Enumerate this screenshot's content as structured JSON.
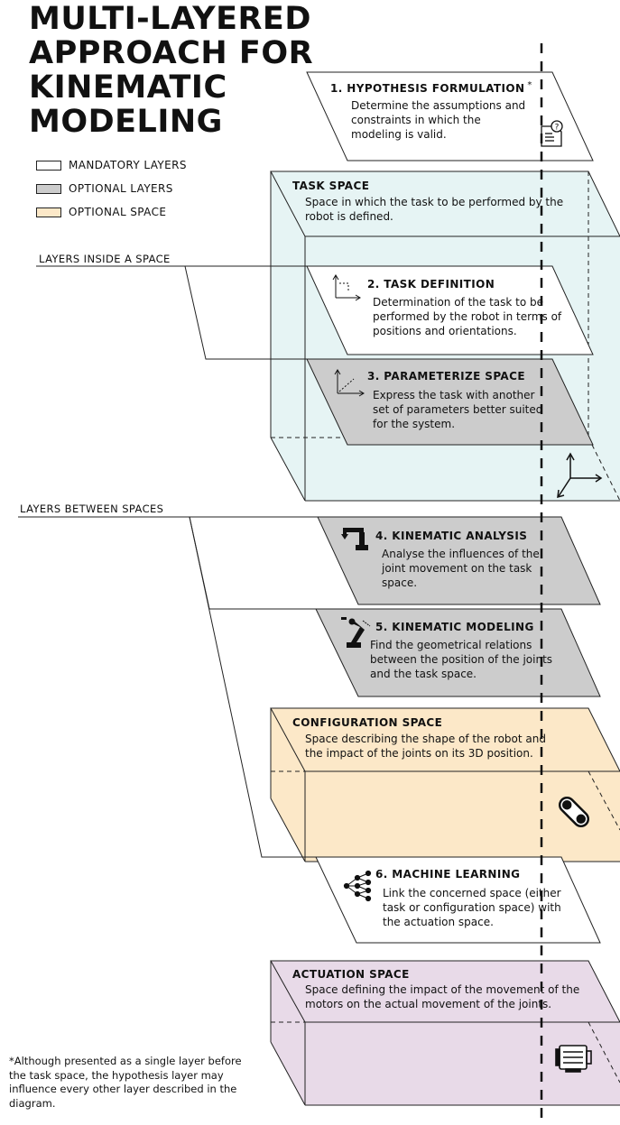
{
  "title_lines": [
    "MULTI-LAYERED",
    "APPROACH FOR",
    "KINEMATIC",
    "MODELING"
  ],
  "legend": [
    {
      "label": "MANDATORY LAYERS",
      "color": "#ffffff"
    },
    {
      "label": "OPTIONAL LAYERS",
      "color": "#cccccc"
    },
    {
      "label": "OPTIONAL SPACE",
      "color": "#fce8c8"
    }
  ],
  "captions": {
    "inside": "LAYERS INSIDE A SPACE",
    "between": "LAYERS BETWEEN SPACES"
  },
  "layers": [
    {
      "heading": "1. HYPOTHESIS FORMULATION",
      "marker": "*",
      "text": "Determine the assumptions and constraints in which the modeling is valid.",
      "icon": "hypothesis-document-icon"
    },
    {
      "heading": "2. TASK DEFINITION",
      "text": "Determination of the task to be performed by the robot in terms of positions and orientations.",
      "icon": "task-frame-icon"
    },
    {
      "heading": "3. PARAMETERIZE SPACE",
      "text": "Express the task with another set of parameters better suited for the system.",
      "icon": "parameter-frame-icon"
    },
    {
      "heading": "4. KINEMATIC ANALYSIS",
      "text": "Analyse the influences of the joint movement on the task space.",
      "icon": "robot-arm-icon"
    },
    {
      "heading": "5. KINEMATIC MODELING",
      "text": "Find the geometrical relations between the position of the joints and the task space.",
      "icon": "robot-arm-model-icon"
    },
    {
      "heading": "6. MACHINE LEARNING",
      "text": "Link the concerned space (either task or configuration space) with the actuation space.",
      "icon": "neural-network-icon"
    }
  ],
  "spaces": [
    {
      "heading": "TASK SPACE",
      "text": "Space in which the task to be performed by the robot is defined.",
      "color": "#e6f4f4",
      "icon": "axes-icon"
    },
    {
      "heading": "CONFIGURATION SPACE",
      "text": "Space describing the shape of the robot and the impact of the joints on its 3D position.",
      "color": "#fce8c8",
      "icon": "joint-link-icon"
    },
    {
      "heading": "ACTUATION SPACE",
      "text": "Space defining the impact of the movement of the motors on the actual movement of the joints.",
      "color": "#e8dae8",
      "icon": "motor-icon"
    }
  ],
  "footnote": "*Although presented as a single layer before the task space, the hypothesis layer may influence every other layer described in the diagram."
}
